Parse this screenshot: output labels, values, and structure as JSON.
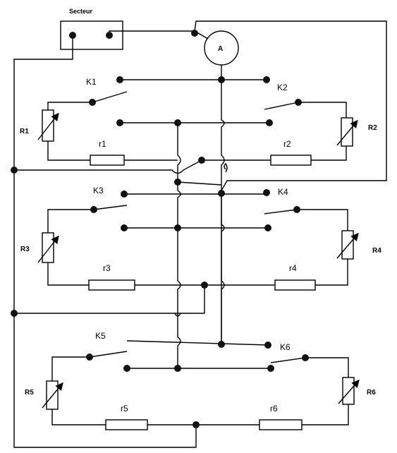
{
  "diagram": {
    "supply_label": "Secteur",
    "ammeter_label": "A",
    "switches": [
      "K1",
      "K2",
      "K3",
      "K4",
      "K5",
      "K6"
    ],
    "rheostats": [
      "R1",
      "R2",
      "R3",
      "R4",
      "R5",
      "R6"
    ],
    "resistors": [
      "r1",
      "r2",
      "r3",
      "r4",
      "r5",
      "r6"
    ]
  }
}
